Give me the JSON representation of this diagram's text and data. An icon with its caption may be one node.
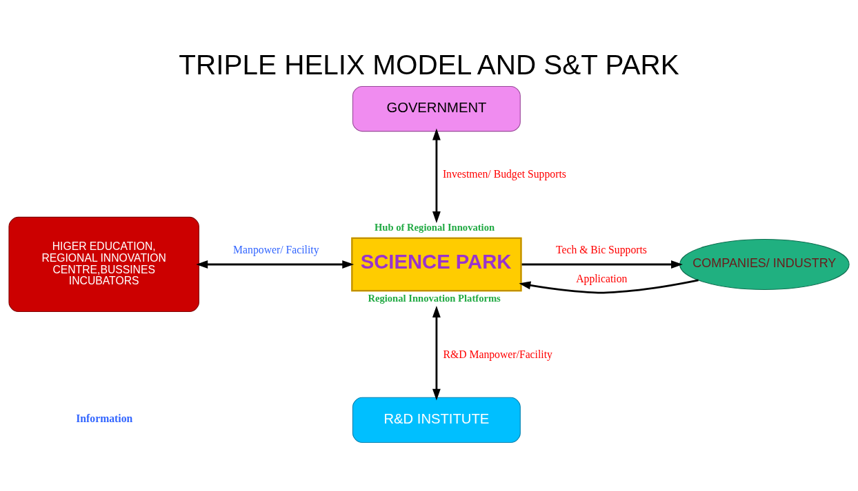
{
  "diagram": {
    "title": "TRIPLE HELIX MODEL AND S&T PARK",
    "nodes": [
      {
        "text": [
          "GOVERNMENT"
        ]
      },
      {
        "text": [
          "HIGER EDUCATION, REGIONAL INNOVATION CENTRE,BUSSINES INCUBATORS"
        ]
      },
      {
        "text": [
          "SCIENCE PARK"
        ],
        "beside": [
          "Hub of Regional Innovation",
          "Regional Innovation Platforms"
        ]
      },
      {
        "text": [
          "COMPANIES/ INDUSTRY"
        ]
      },
      {
        "text": [
          "R&D INSTITUTE"
        ]
      }
    ],
    "edges": [
      {
        "from": 0,
        "to": 2,
        "arrow": "both",
        "label": "Investmen/ Budget Supports"
      },
      {
        "from": 1,
        "to": 2,
        "arrow": "both",
        "label": "Manpower/ Facility"
      },
      {
        "from": 3,
        "to": 2,
        "arrow": "to",
        "label": "Application"
      },
      {
        "from": 2,
        "to": 3,
        "arrow": "to",
        "label": "Tech & Bic Supports"
      },
      {
        "from": 4,
        "to": 2,
        "arrow": "both",
        "label": "R&D Manpower/Facility"
      }
    ],
    "labels": [
      "Information"
    ]
  }
}
